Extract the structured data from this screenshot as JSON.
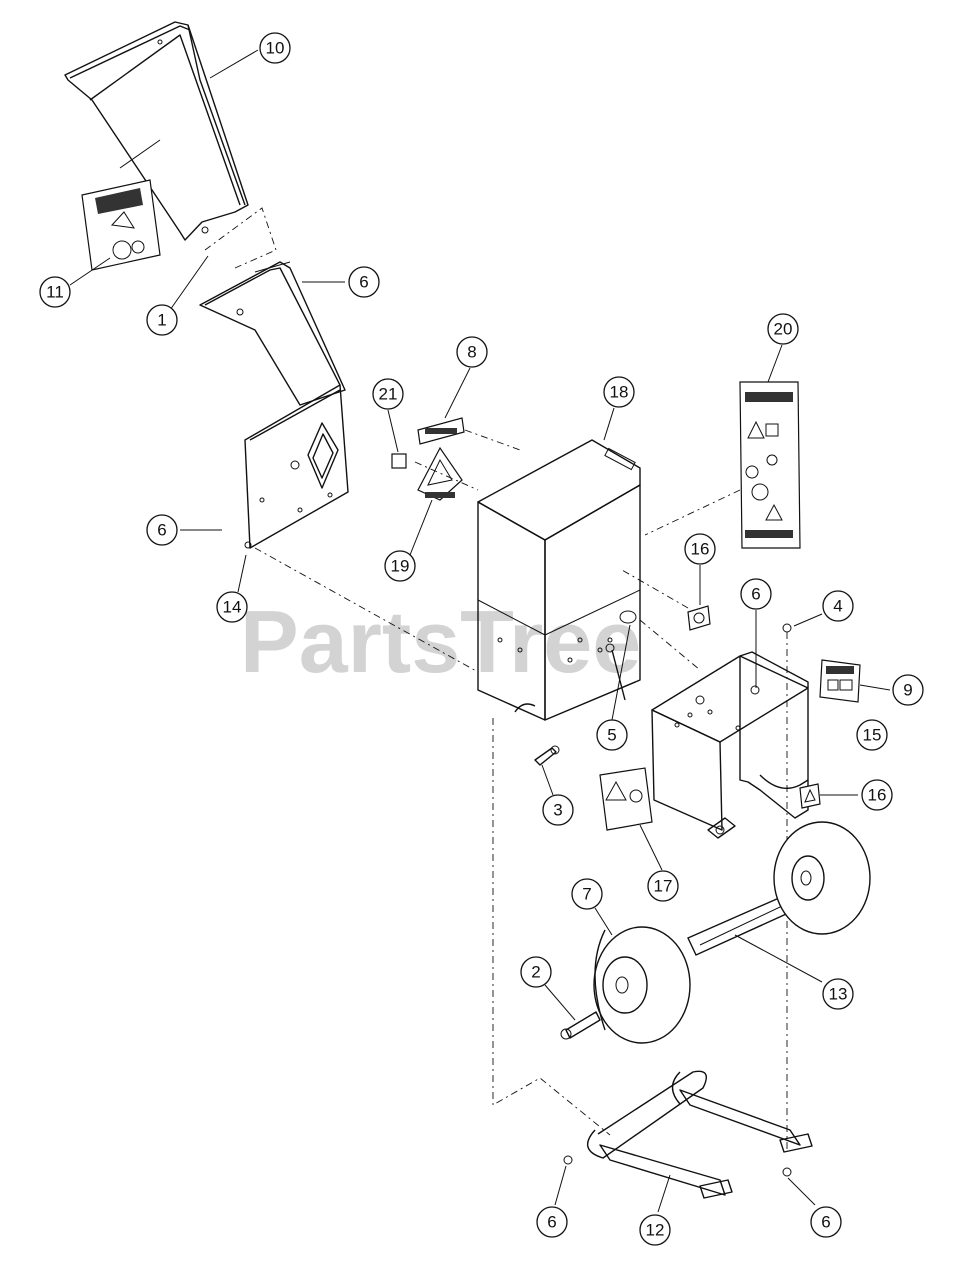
{
  "watermark": "PartsTree",
  "callouts": [
    {
      "id": "c10",
      "label": "10"
    },
    {
      "id": "c11",
      "label": "11"
    },
    {
      "id": "c1",
      "label": "1"
    },
    {
      "id": "c6a",
      "label": "6"
    },
    {
      "id": "c21",
      "label": "21"
    },
    {
      "id": "c8",
      "label": "8"
    },
    {
      "id": "c18",
      "label": "18"
    },
    {
      "id": "c20",
      "label": "20"
    },
    {
      "id": "c6b",
      "label": "6"
    },
    {
      "id": "c19",
      "label": "19"
    },
    {
      "id": "c14",
      "label": "14"
    },
    {
      "id": "c16a",
      "label": "16"
    },
    {
      "id": "c6c",
      "label": "6"
    },
    {
      "id": "c4",
      "label": "4"
    },
    {
      "id": "c9",
      "label": "9"
    },
    {
      "id": "c15",
      "label": "15"
    },
    {
      "id": "c5",
      "label": "5"
    },
    {
      "id": "c3",
      "label": "3"
    },
    {
      "id": "c16b",
      "label": "16"
    },
    {
      "id": "c17",
      "label": "17"
    },
    {
      "id": "c7",
      "label": "7"
    },
    {
      "id": "c2",
      "label": "2"
    },
    {
      "id": "c13",
      "label": "13"
    },
    {
      "id": "c6d",
      "label": "6"
    },
    {
      "id": "c12",
      "label": "12"
    },
    {
      "id": "c6e",
      "label": "6"
    }
  ]
}
